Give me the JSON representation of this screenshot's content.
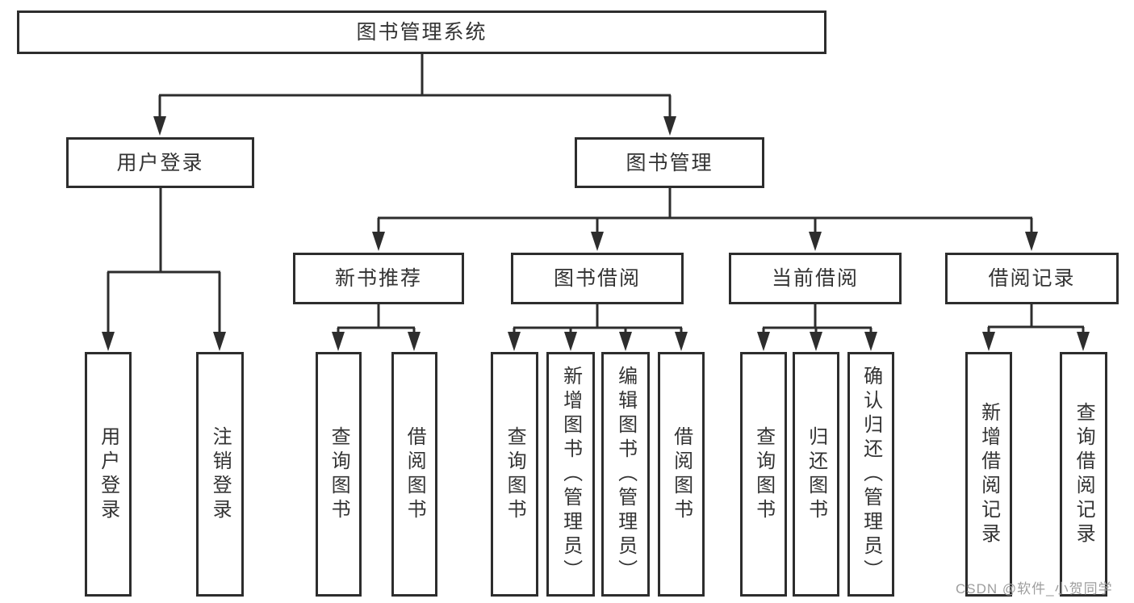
{
  "colors": {
    "line": "#2d2d2d",
    "text": "#333333",
    "box_background": "#ffffff",
    "page_background": "#ffffff",
    "watermark": "#9e9e9e"
  },
  "diagram": {
    "root": {
      "label": "图书管理系统"
    },
    "level2": [
      {
        "label": "用户登录"
      },
      {
        "label": "图书管理"
      }
    ],
    "level3": [
      {
        "label": "新书推荐",
        "parent": "图书管理"
      },
      {
        "label": "图书借阅",
        "parent": "图书管理"
      },
      {
        "label": "当前借阅",
        "parent": "图书管理"
      },
      {
        "label": "借阅记录",
        "parent": "图书管理"
      }
    ],
    "leaves": [
      {
        "label": "用户登录",
        "parent": "用户登录"
      },
      {
        "label": "注销登录",
        "parent": "用户登录"
      },
      {
        "label": "查询图书",
        "parent": "新书推荐"
      },
      {
        "label": "借阅图书",
        "parent": "新书推荐"
      },
      {
        "label": "查询图书",
        "parent": "图书借阅"
      },
      {
        "label": "新增图书（管理员）",
        "parent": "图书借阅"
      },
      {
        "label": "编辑图书（管理员）",
        "parent": "图书借阅"
      },
      {
        "label": "借阅图书",
        "parent": "图书借阅"
      },
      {
        "label": "查询图书",
        "parent": "当前借阅"
      },
      {
        "label": "归还图书",
        "parent": "当前借阅"
      },
      {
        "label": "确认归还（管理员）",
        "parent": "当前借阅"
      },
      {
        "label": "新增借阅记录",
        "parent": "借阅记录"
      },
      {
        "label": "查询借阅记录",
        "parent": "借阅记录"
      }
    ]
  },
  "watermark": {
    "text": "CSDN @软件_小贺同学"
  }
}
